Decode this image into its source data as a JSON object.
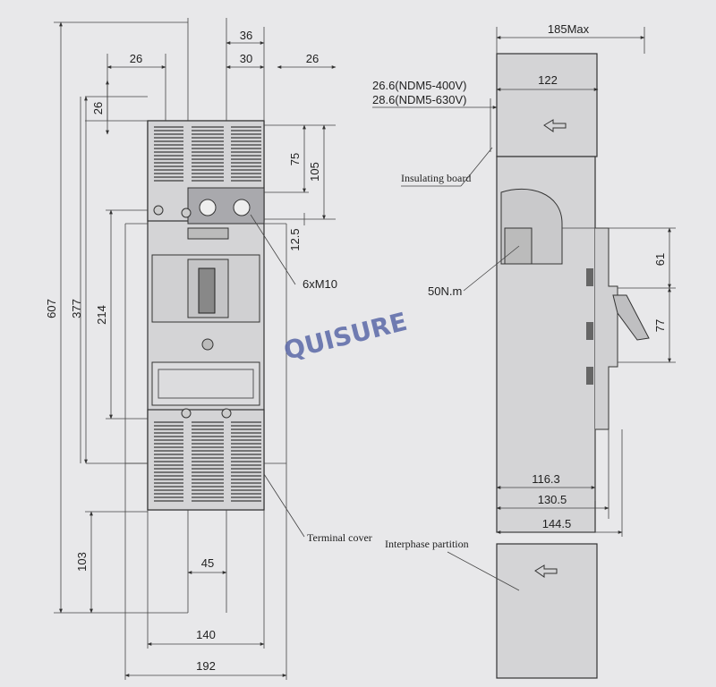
{
  "front_view": {
    "dims": {
      "top_26_left": "26",
      "top_36": "36",
      "top_30": "30",
      "top_26_right": "26",
      "side_26": "26",
      "d_75": "75",
      "d_105": "105",
      "d_12_5": "12.5",
      "d_607": "607",
      "d_377": "377",
      "d_214": "214",
      "d_103": "103",
      "d_45": "45",
      "d_140": "140",
      "d_192": "192"
    },
    "labels": {
      "bolts": "6xM10",
      "terminal_cover": "Terminal cover"
    }
  },
  "side_view": {
    "dims": {
      "max_width": "185Max",
      "d_122": "122",
      "ndm5_400v": "26.6(NDM5-400V)",
      "ndm5_630v": "28.6(NDM5-630V)",
      "d_61": "61",
      "d_77": "77",
      "d_116_3": "116.3",
      "d_130_5": "130.5",
      "d_144_5": "144.5"
    },
    "labels": {
      "insulating_board": "Insulating board",
      "torque": "50N.m",
      "interphase_partition": "Interphase partition"
    }
  },
  "watermark": {
    "brand": "QUISURE"
  },
  "colors": {
    "background": "#e8e8ea",
    "body": "#d4d4d6",
    "brand": "#5b68a8"
  }
}
